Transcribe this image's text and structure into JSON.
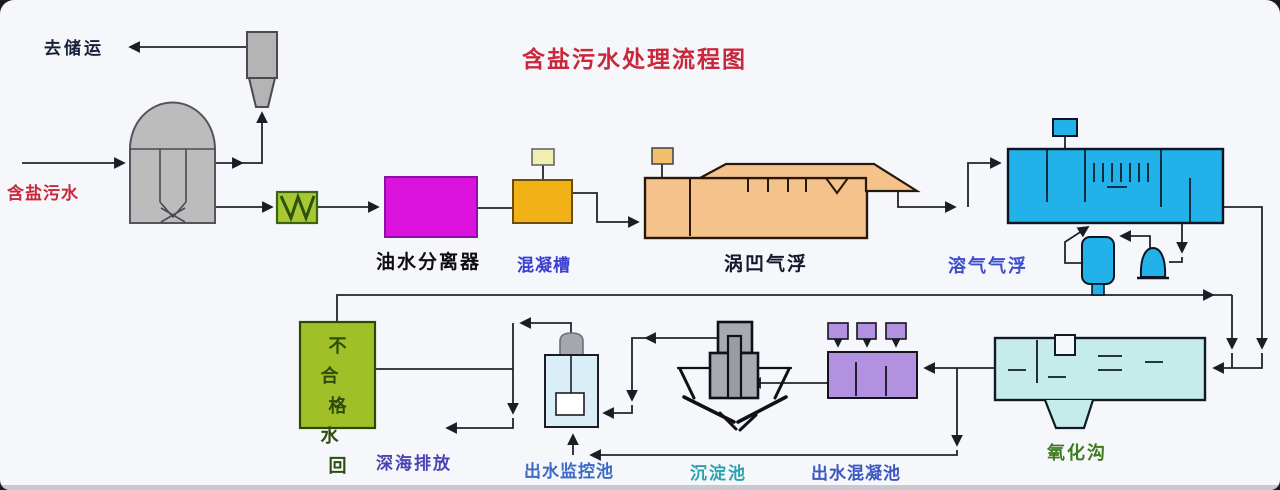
{
  "title": "含盐污水处理流程图",
  "labels": {
    "to_storage": "去储运",
    "inlet": "含盐污水",
    "oil_water_separator": "油水分离器",
    "coagulation_tank": "混凝槽",
    "caf_flotation": "涡凹气浮",
    "daf_flotation": "溶气气浮",
    "offspec_line1": "不合",
    "offspec_line2": "格水",
    "offspec_line3": "回",
    "deep_sea_discharge": "深海排放",
    "effluent_monitor_tank": "出水监控池",
    "sedimentation_tank": "沉淀池",
    "effluent_coagulation_tank": "出水混凝池",
    "oxidation_ditch": "氧化沟"
  },
  "colors": {
    "title_red": "#c9283c",
    "line_dark": "#23232e",
    "tank_gray": "#bcbcbc",
    "static_mixer_green": "#a7c833",
    "separator_magenta": "#db12db",
    "coagulation_orange": "#f1b117",
    "dosing_box_yellow": "#f1eeb2",
    "caf_peach": "#f6c28b",
    "daf_cyan": "#22b1e8",
    "offspec_green": "#a1bf27",
    "monitor_pale_cyan": "#daeef7",
    "clarifier_gray": "#a9a9b1",
    "coag_purple": "#b391e1",
    "ditch_pale_cyan": "#c5ece8",
    "background": "#f6f7fb"
  }
}
